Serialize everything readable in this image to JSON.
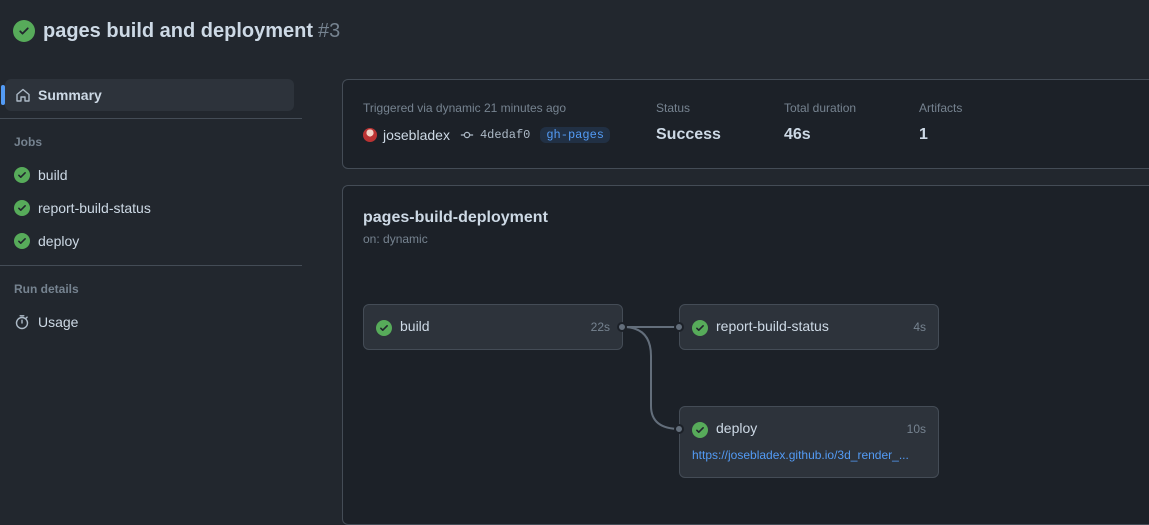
{
  "header": {
    "title": "pages build and deployment",
    "run_number": "#3"
  },
  "sidebar": {
    "summary_label": "Summary",
    "jobs_heading": "Jobs",
    "jobs": [
      {
        "label": "build"
      },
      {
        "label": "report-build-status"
      },
      {
        "label": "deploy"
      }
    ],
    "run_details_heading": "Run details",
    "usage_label": "Usage"
  },
  "summary": {
    "trigger_text": "Triggered via dynamic 21 minutes ago",
    "actor": "josebladex",
    "commit_sha": "4dedaf0",
    "branch": "gh-pages",
    "status_label": "Status",
    "status_value": "Success",
    "duration_label": "Total duration",
    "duration_value": "46s",
    "artifacts_label": "Artifacts",
    "artifacts_value": "1"
  },
  "workflow": {
    "name": "pages-build-deployment",
    "trigger": "on: dynamic",
    "jobs": [
      {
        "name": "build",
        "duration": "22s"
      },
      {
        "name": "report-build-status",
        "duration": "4s"
      },
      {
        "name": "deploy",
        "duration": "10s",
        "url": "https://josebladex.github.io/3d_render_..."
      }
    ]
  },
  "colors": {
    "success": "#57ab5a",
    "accent": "#539bf5",
    "background": "#22272e"
  }
}
